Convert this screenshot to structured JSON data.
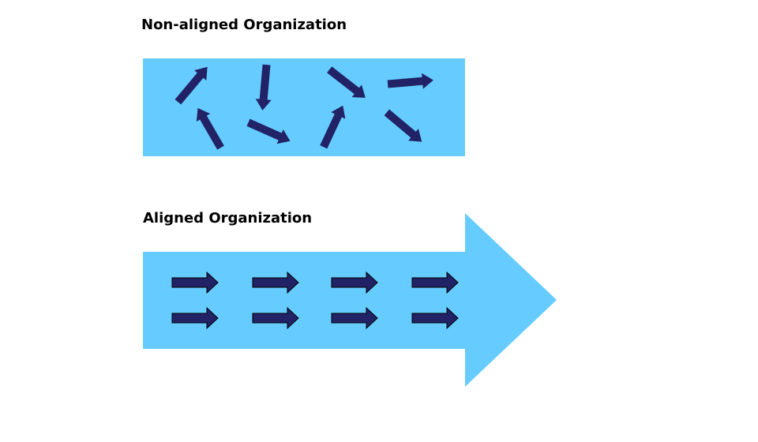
{
  "diagram": {
    "colors": {
      "panel": "#66ccff",
      "arrow_fill": "#222266",
      "arrow_stroke": "#000000"
    },
    "non_aligned": {
      "title": "Non-aligned Organization",
      "arrow_count": 8,
      "arrow_directions_deg": [
        -50,
        95,
        38,
        -5,
        -120,
        24,
        -65,
        40
      ]
    },
    "aligned": {
      "title": "Aligned Organization",
      "arrow_rows": 2,
      "arrow_columns": 4,
      "arrow_direction_deg": 0
    }
  }
}
